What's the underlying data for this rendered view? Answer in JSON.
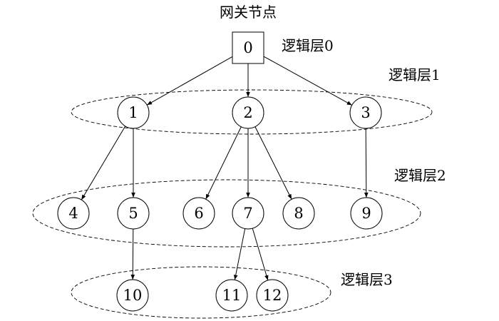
{
  "gateway": {
    "title": "网关节点",
    "node": "0"
  },
  "layers": [
    {
      "label": "逻辑层0"
    },
    {
      "label": "逻辑层1"
    },
    {
      "label": "逻辑层2"
    },
    {
      "label": "逻辑层3"
    }
  ],
  "nodes": [
    {
      "id": "0",
      "shape": "square",
      "layer": 0
    },
    {
      "id": "1",
      "shape": "circle",
      "layer": 1
    },
    {
      "id": "2",
      "shape": "circle",
      "layer": 1
    },
    {
      "id": "3",
      "shape": "circle",
      "layer": 1
    },
    {
      "id": "4",
      "shape": "circle",
      "layer": 2
    },
    {
      "id": "5",
      "shape": "circle",
      "layer": 2
    },
    {
      "id": "6",
      "shape": "circle",
      "layer": 2
    },
    {
      "id": "7",
      "shape": "circle",
      "layer": 2
    },
    {
      "id": "8",
      "shape": "circle",
      "layer": 2
    },
    {
      "id": "9",
      "shape": "circle",
      "layer": 2
    },
    {
      "id": "10",
      "shape": "circle",
      "layer": 3
    },
    {
      "id": "11",
      "shape": "circle",
      "layer": 3
    },
    {
      "id": "12",
      "shape": "circle",
      "layer": 3
    }
  ],
  "edges": [
    {
      "from": "0",
      "to": "1"
    },
    {
      "from": "0",
      "to": "2"
    },
    {
      "from": "0",
      "to": "3"
    },
    {
      "from": "1",
      "to": "4"
    },
    {
      "from": "1",
      "to": "5"
    },
    {
      "from": "2",
      "to": "6"
    },
    {
      "from": "2",
      "to": "7"
    },
    {
      "from": "2",
      "to": "8"
    },
    {
      "from": "3",
      "to": "9"
    },
    {
      "from": "5",
      "to": "10"
    },
    {
      "from": "7",
      "to": "11"
    },
    {
      "from": "7",
      "to": "12"
    }
  ],
  "colors": {
    "stroke": "#000000",
    "background": "#ffffff"
  }
}
